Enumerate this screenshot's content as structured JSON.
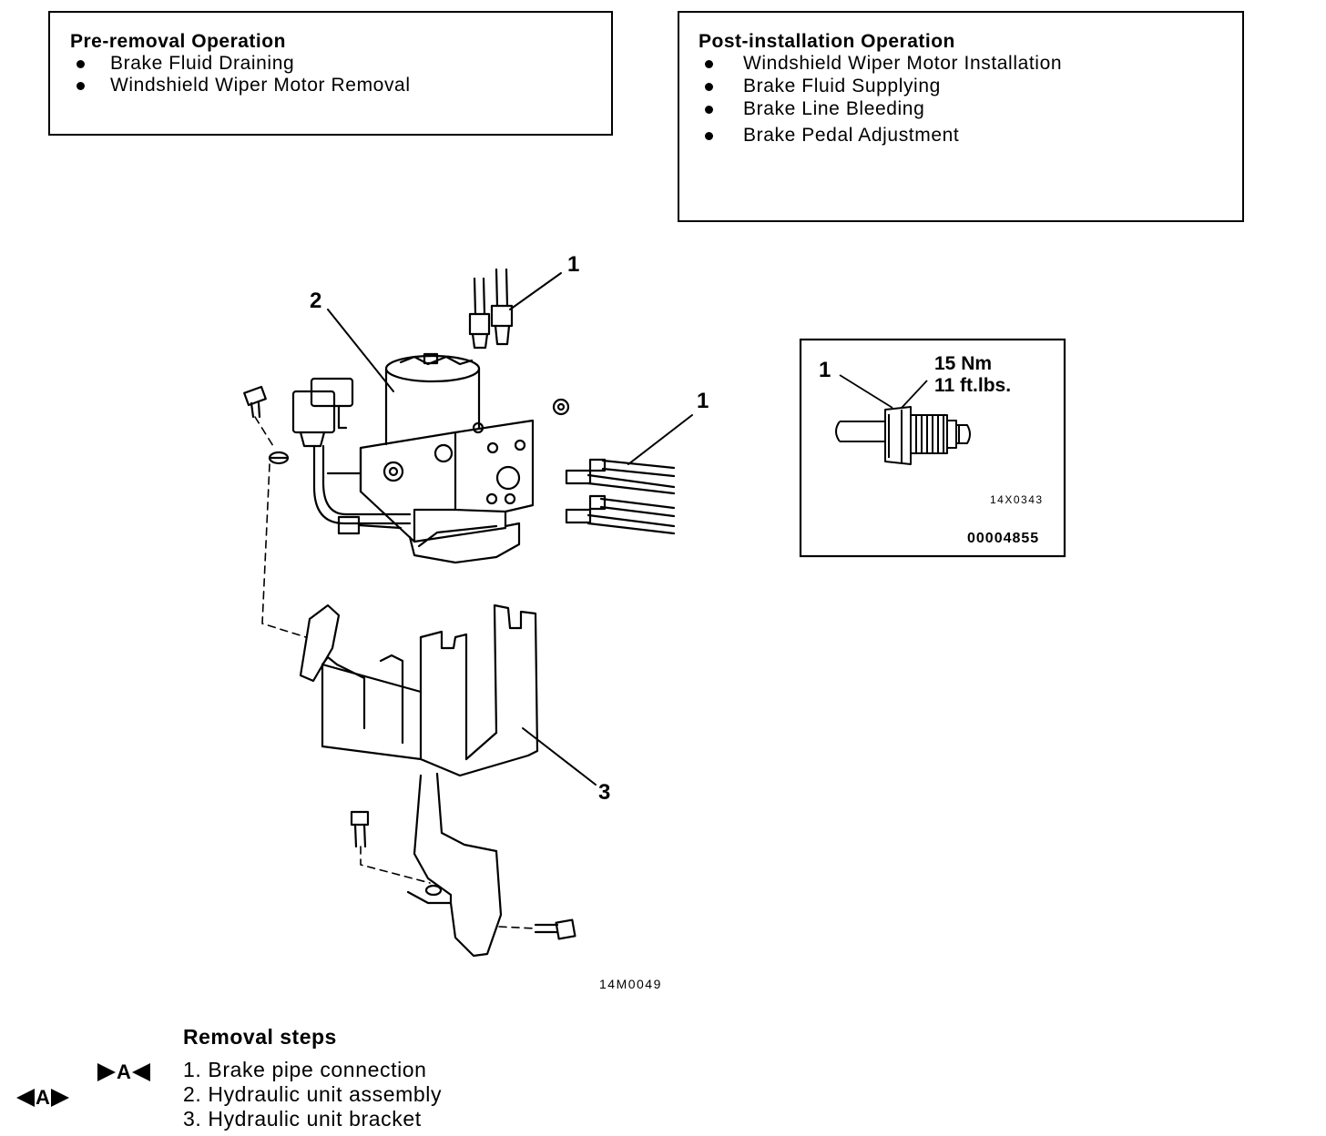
{
  "pre_removal": {
    "title": "Pre-removal Operation",
    "items": [
      "Brake Fluid Draining",
      "Windshield Wiper Motor Removal"
    ]
  },
  "post_installation": {
    "title": "Post-installation Operation",
    "items": [
      "Windshield Wiper Motor Installation",
      "Brake Fluid Supplying",
      "Brake Line Bleeding",
      "Brake Pedal Adjustment"
    ]
  },
  "diagram": {
    "callouts": [
      "1",
      "2",
      "1",
      "3"
    ],
    "code": "14M0049"
  },
  "detail": {
    "callout": "1",
    "torque_nm": "15 Nm",
    "torque_ftlbs": "11 ft.lbs.",
    "code": "14X0343",
    "id": "00004855"
  },
  "removal": {
    "title": "Removal steps",
    "mark_1": "A",
    "mark_2": "A",
    "steps": [
      "1. Brake pipe connection",
      "2. Hydraulic unit assembly",
      "3. Hydraulic unit bracket"
    ]
  }
}
